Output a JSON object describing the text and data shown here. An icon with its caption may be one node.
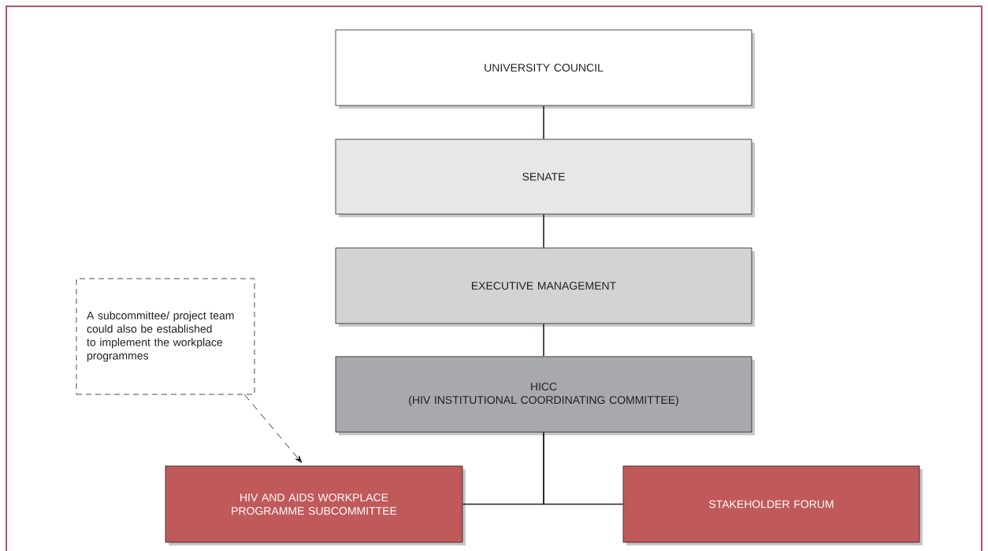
{
  "diagram": {
    "nodes": [
      {
        "text": [
          "UNIVERSITY COUNCIL"
        ]
      },
      {
        "text": [
          "SENATE"
        ]
      },
      {
        "text": [
          "EXECUTIVE MANAGEMENT"
        ]
      },
      {
        "text": [
          "HICC",
          "(HIV INSTITUTIONAL COORDINATING COMMITTEE)"
        ]
      },
      {
        "text": [
          "A subcommittee/ project team could also be established to implement the workplace programmes"
        ]
      },
      {
        "text": [
          "HIV AND AIDS WORKPLACE PROGRAMME SUBCOMMITTEE"
        ]
      },
      {
        "text": [
          "STAKEHOLDER FORUM"
        ]
      }
    ],
    "edges": [
      {
        "from": 0,
        "to": 1,
        "arrow": "none"
      },
      {
        "from": 1,
        "to": 2,
        "arrow": "none"
      },
      {
        "from": 2,
        "to": 3,
        "arrow": "none"
      },
      {
        "from": 3,
        "to": 5,
        "arrow": "none"
      },
      {
        "from": 3,
        "to": 6,
        "arrow": "none"
      },
      {
        "from": 4,
        "to": 5,
        "arrow": "to",
        "style": "dashed"
      }
    ]
  }
}
